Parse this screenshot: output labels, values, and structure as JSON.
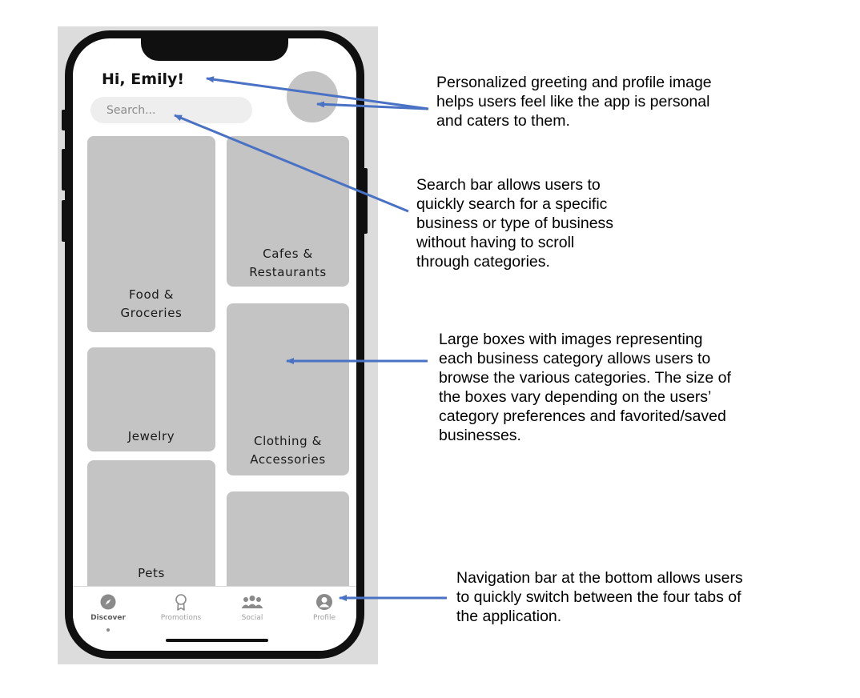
{
  "app": {
    "greeting": "Hi, Emily!",
    "search_placeholder": "Search...",
    "categories": [
      {
        "label": "Food &\nGroceries"
      },
      {
        "label": "Cafes &\nRestaurants"
      },
      {
        "label": "Jewelry"
      },
      {
        "label": "Clothing &\nAccessories"
      },
      {
        "label": "Pets"
      },
      {
        "label": ""
      }
    ],
    "nav": [
      {
        "label": "Discover",
        "icon": "compass-icon",
        "active": true
      },
      {
        "label": "Promotions",
        "icon": "ribbon-icon",
        "active": false
      },
      {
        "label": "Social",
        "icon": "people-icon",
        "active": false
      },
      {
        "label": "Profile",
        "icon": "person-icon",
        "active": false
      }
    ]
  },
  "annotations": {
    "greeting_note": "Personalized greeting and profile image\nhelps users feel like the app is personal\nand caters to them.",
    "search_note": "Search bar allows users to\nquickly search for a specific\nbusiness or type of business\nwithout having to scroll\nthrough categories.",
    "boxes_note": "Large boxes with images representing\neach business category allows users to\nbrowse the various categories. The size of\nthe boxes vary depending on the users’\ncategory preferences and favorited/saved\nbusinesses.",
    "nav_note": "Navigation bar at the bottom allows users\nto quickly switch between the four tabs of\nthe application."
  },
  "colors": {
    "arrow": "#4a72c4",
    "tile": "#c4c4c4",
    "frame": "#101010"
  }
}
